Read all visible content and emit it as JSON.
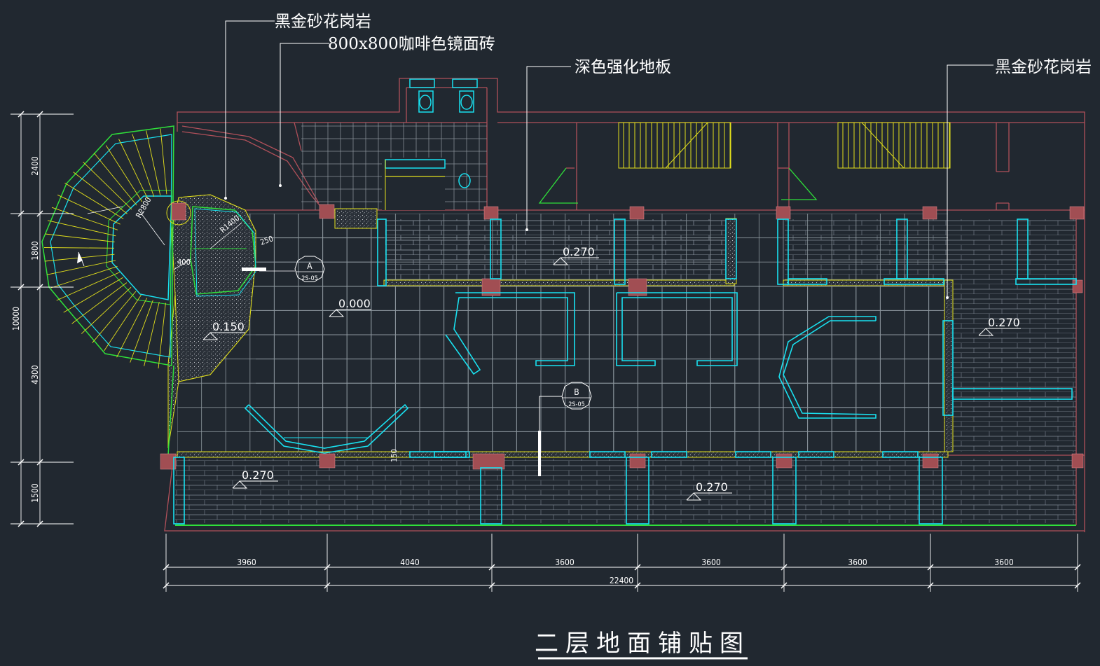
{
  "drawing": {
    "title": "二层地面铺贴图",
    "labels": {
      "granite_left": "黑金砂花岗岩",
      "coffee_tile": "800x800咖啡色镜面砖",
      "dark_floor": "深色强化地板",
      "granite_right": "黑金砂花岗岩"
    },
    "elevations": {
      "main_hall": "0.000",
      "stair_landing": "0.150",
      "top_corridor": "0.270",
      "right_room": "0.270",
      "bottom_left": "0.270",
      "bottom_mid": "0.270"
    },
    "section_marks": [
      {
        "letter": "A",
        "sheet": "2S-05"
      },
      {
        "letter": "B",
        "sheet": "2S-05"
      }
    ],
    "radius_notes": {
      "r_inner": "R2800",
      "r_outer": "R1400",
      "d_250": "250",
      "d_400": "400",
      "d_150": "150"
    },
    "bottom_dims": [
      "3960",
      "4040",
      "3600",
      "3600",
      "3600",
      "3600"
    ],
    "total_dim": "22400",
    "left_dims": [
      "2400",
      "1800",
      "4300",
      "1500"
    ],
    "left_total": "10000"
  },
  "colors": {
    "background": "#212830",
    "wall": "#b0505a",
    "cyan": "#19e1f0",
    "grid": "#9aa3ad",
    "yellow": "#e3e01c",
    "green": "#2fe03a",
    "column": "#a14e53",
    "white": "#ffffff"
  }
}
